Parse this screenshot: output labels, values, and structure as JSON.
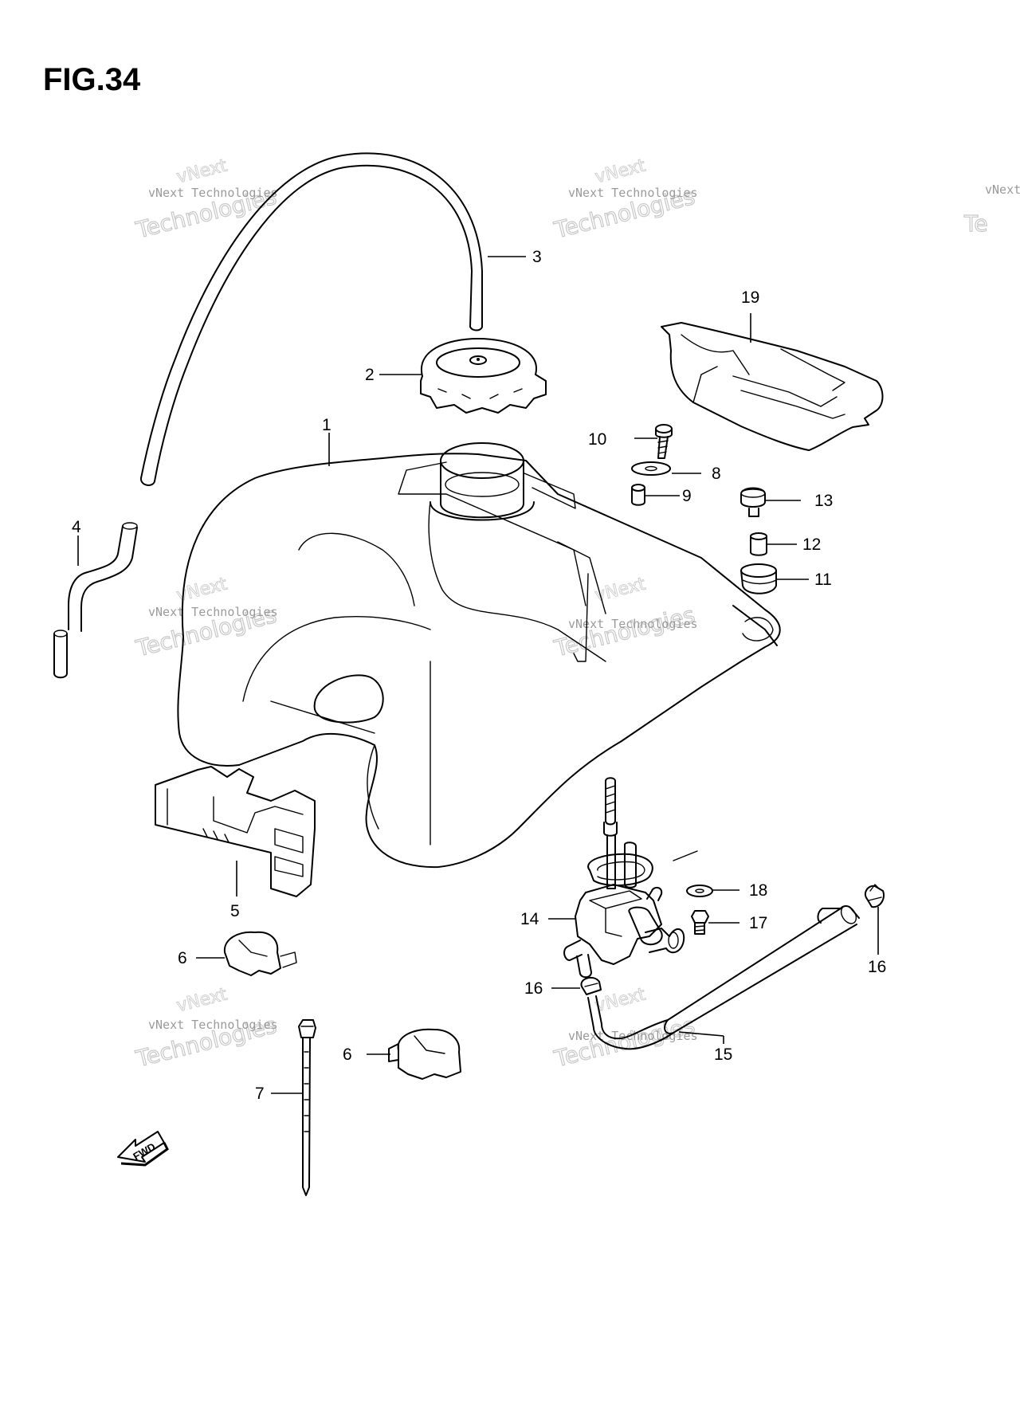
{
  "figure": {
    "title": "FIG.34"
  },
  "watermark": {
    "line1": "vNext",
    "line2": "vNext Technologies",
    "line3": "Technologies"
  },
  "direction_marker": {
    "label": "FWD"
  },
  "callouts": [
    "1",
    "2",
    "3",
    "4",
    "5",
    "6",
    "6",
    "7",
    "8",
    "9",
    "10",
    "11",
    "12",
    "13",
    "14",
    "15",
    "16",
    "16",
    "17",
    "18",
    "19"
  ]
}
